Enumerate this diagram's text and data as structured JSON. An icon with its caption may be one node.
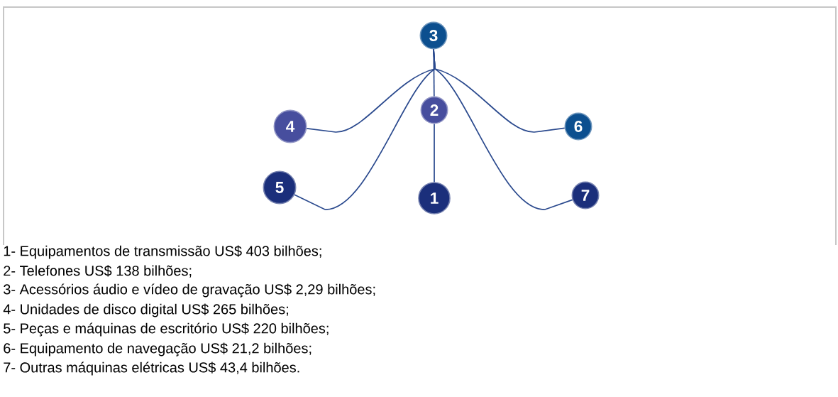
{
  "diagram": {
    "nodes": [
      {
        "text": [
          "3"
        ]
      },
      {
        "text": [
          "2"
        ]
      },
      {
        "text": [
          "4"
        ]
      },
      {
        "text": [
          "6"
        ]
      },
      {
        "text": [
          "5"
        ]
      },
      {
        "text": [
          "1"
        ]
      },
      {
        "text": [
          "7"
        ]
      }
    ],
    "edges": [
      {
        "from": 0,
        "to": 1,
        "arrow": "none"
      },
      {
        "from": 1,
        "to": 5,
        "arrow": "none"
      },
      {
        "from": 0,
        "to": 2,
        "arrow": "none"
      },
      {
        "from": 0,
        "to": 4,
        "arrow": "none"
      },
      {
        "from": 0,
        "to": 3,
        "arrow": "none"
      },
      {
        "from": 0,
        "to": 6,
        "arrow": "none"
      }
    ],
    "labels": [
      "1- Equipamentos de transmissão US$ 403 bilhões;",
      "2- Telefones US$ 138 bilhões;",
      "3- Acessórios áudio e vídeo de gravação US$ 2,29 bilhões;",
      "4- Unidades de disco digital US$ 265 bilhões;",
      "5- Peças e máquinas de escritório US$ 220 bilhões;",
      "6- Equipamento de navegação US$ 21,2 bilhões;",
      "7- Outras máquinas elétricas US$ 43,4 bilhões."
    ]
  }
}
